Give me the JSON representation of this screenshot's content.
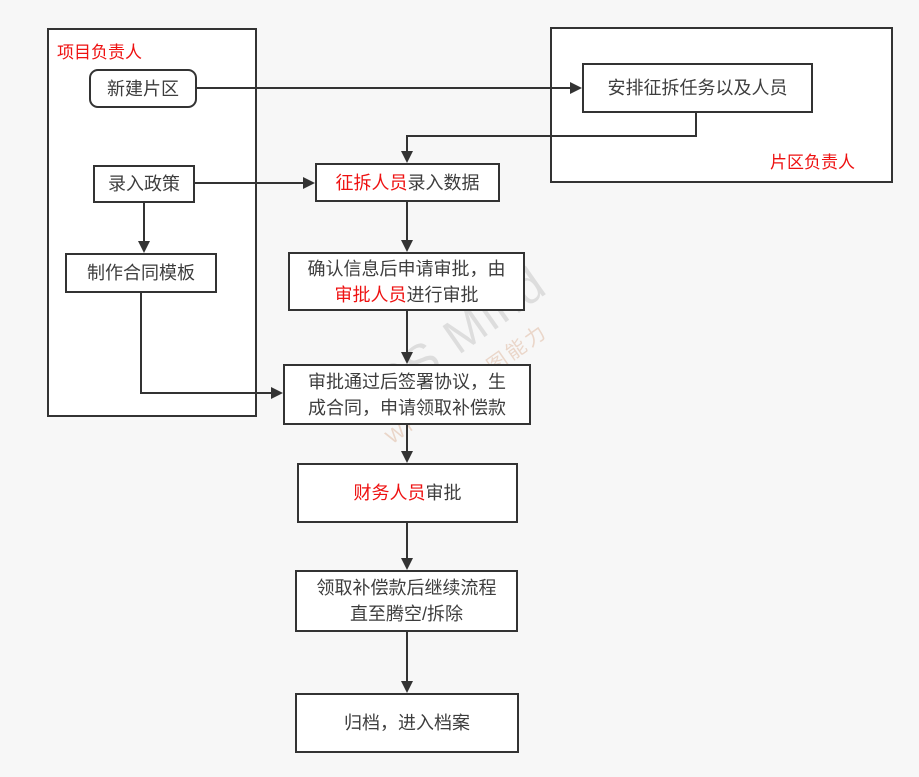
{
  "colors": {
    "background": "#f7f7f7",
    "node_fill": "#ffffff",
    "border": "#333333",
    "text": "#3d3d3d",
    "accent_red": "#ee1111"
  },
  "containers": {
    "project_manager": {
      "label": "项目负责人"
    },
    "area_manager": {
      "label": "片区负责人"
    }
  },
  "nodes": {
    "create_area": {
      "text": "新建片区"
    },
    "enter_policy": {
      "text": "录入政策"
    },
    "make_template": {
      "text": "制作合同模板"
    },
    "arrange_tasks": {
      "text": "安排征拆任务以及人员"
    },
    "enter_data": {
      "red": "征拆人员",
      "rest": "录入数据"
    },
    "confirm_approve": {
      "line1": "确认信息后申请审批，由",
      "line2_red": "审批人员",
      "line2_rest": "进行审批"
    },
    "sign_contract": {
      "line1": "审批通过后签署协议，生",
      "line2": "成合同，申请领取补偿款"
    },
    "finance_approve": {
      "red": "财务人员",
      "rest": "审批"
    },
    "continue_process": {
      "line1": "领取补偿款后继续流程",
      "line2": "直至腾空/拆除"
    },
    "archive": {
      "text": "归档，进入档案"
    }
  },
  "watermark": {
    "title": "WPS Mind",
    "subtitle": "WPS智能作图能力"
  }
}
